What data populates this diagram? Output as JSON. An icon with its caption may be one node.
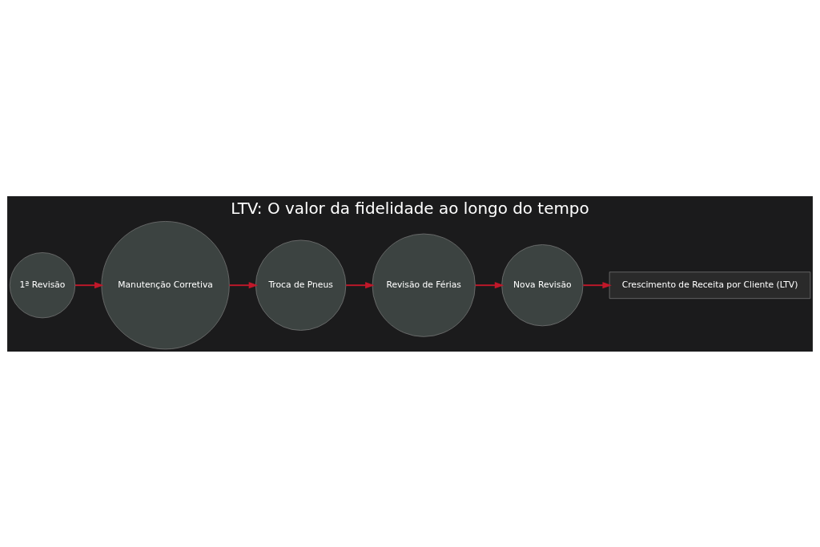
{
  "diagram": {
    "title": "LTV: O valor da fidelidade ao longo do tempo",
    "nodes": [
      {
        "text": [
          "1ª Revisão"
        ]
      },
      {
        "text": [
          "Manutenção Corretiva"
        ]
      },
      {
        "text": [
          "Troca de Pneus"
        ]
      },
      {
        "text": [
          "Revisão de Férias"
        ]
      },
      {
        "text": [
          "Nova Revisão"
        ]
      },
      {
        "text": [
          "Crescimento de Receita por Cliente (LTV)"
        ]
      }
    ],
    "edges": [
      {
        "from": 0,
        "to": 1,
        "arrow": "to"
      },
      {
        "from": 1,
        "to": 2,
        "arrow": "to"
      },
      {
        "from": 2,
        "to": 3,
        "arrow": "to"
      },
      {
        "from": 3,
        "to": 4,
        "arrow": "to"
      },
      {
        "from": 4,
        "to": 5,
        "arrow": "to"
      }
    ]
  }
}
